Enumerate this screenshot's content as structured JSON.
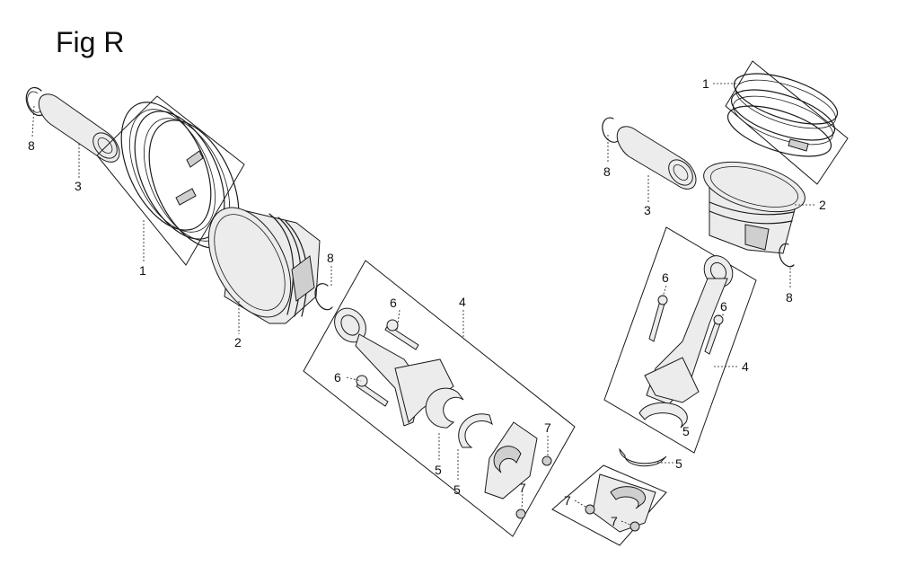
{
  "figure": {
    "title": "Fig R"
  },
  "callouts": {
    "left_snap_ring": "8",
    "left_pin": "3",
    "left_rings": "1",
    "left_piston": "2",
    "left_snap_ring_2": "8",
    "left_rod_assy": "4",
    "left_bolt_top": "6",
    "left_bolt_bottom": "6",
    "left_bearing_a": "5",
    "left_bearing_b": "5",
    "left_nut_top": "7",
    "left_nut_bottom": "7",
    "right_rings": "1",
    "right_snap_ring": "8",
    "right_pin": "3",
    "right_piston": "2",
    "right_snap_ring_2": "8",
    "right_bolt_left": "6",
    "right_bolt_right": "6",
    "right_rod_assy": "4",
    "right_bearing_a": "5",
    "right_bearing_b": "5",
    "right_nut_left": "7",
    "right_nut_bottom": "7"
  }
}
